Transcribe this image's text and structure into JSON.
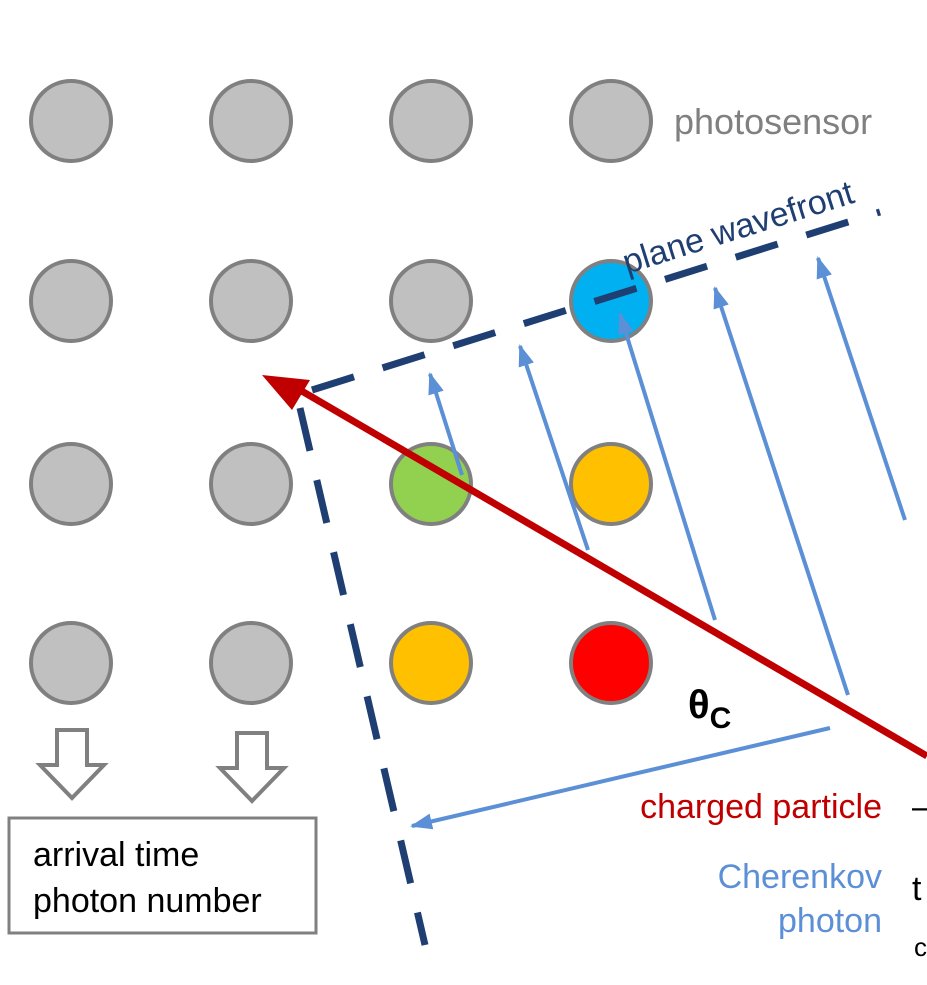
{
  "labels": {
    "photosensor": "photosensor",
    "plane_wavefront": "plane wavefront",
    "theta": "θ",
    "theta_sub": "C",
    "charged_particle": "charged particle",
    "cherenkov_line1": "Cherenkov",
    "cherenkov_line2": "photon",
    "readout_line1": "arrival time",
    "readout_line2": "photon number"
  },
  "sensor_grid": {
    "rows": 4,
    "cols": 4,
    "colors": [
      [
        "gray",
        "gray",
        "gray",
        "gray"
      ],
      [
        "gray",
        "gray",
        "gray",
        "blue"
      ],
      [
        "gray",
        "gray",
        "green",
        "orange"
      ],
      [
        "gray",
        "gray",
        "orange",
        "red"
      ]
    ]
  },
  "palette": {
    "gray": "#c0c0c0",
    "sensor_border": "#808080",
    "blue": "#00b0f0",
    "green": "#92d050",
    "orange": "#ffc000",
    "red": "#ff0000",
    "particle": "#c00000",
    "photon": "#5b8fd6",
    "wavefront": "#1f3f73",
    "photosensor_text": "#808080",
    "cherenkov_text": "#5b8fd6",
    "particle_text": "#c00000"
  },
  "edge_fragments": [
    "–",
    "t",
    "c",
    "("
  ]
}
